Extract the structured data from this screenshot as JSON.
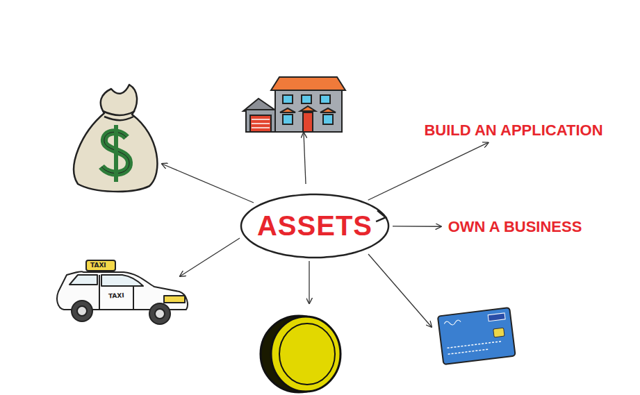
{
  "diagram": {
    "nodes": [
      {
        "text": [
          "ASSETS"
        ]
      },
      {
        "text": [
          "BUILD AN APPLICATION"
        ]
      },
      {
        "text": [
          "OWN A BUSINESS"
        ]
      }
    ],
    "edges": [
      {
        "from": 0,
        "to": 1,
        "arrow": "to"
      },
      {
        "from": 0,
        "to": 2,
        "arrow": "to"
      }
    ],
    "labels": [
      "TAXI",
      "TAXI"
    ]
  }
}
